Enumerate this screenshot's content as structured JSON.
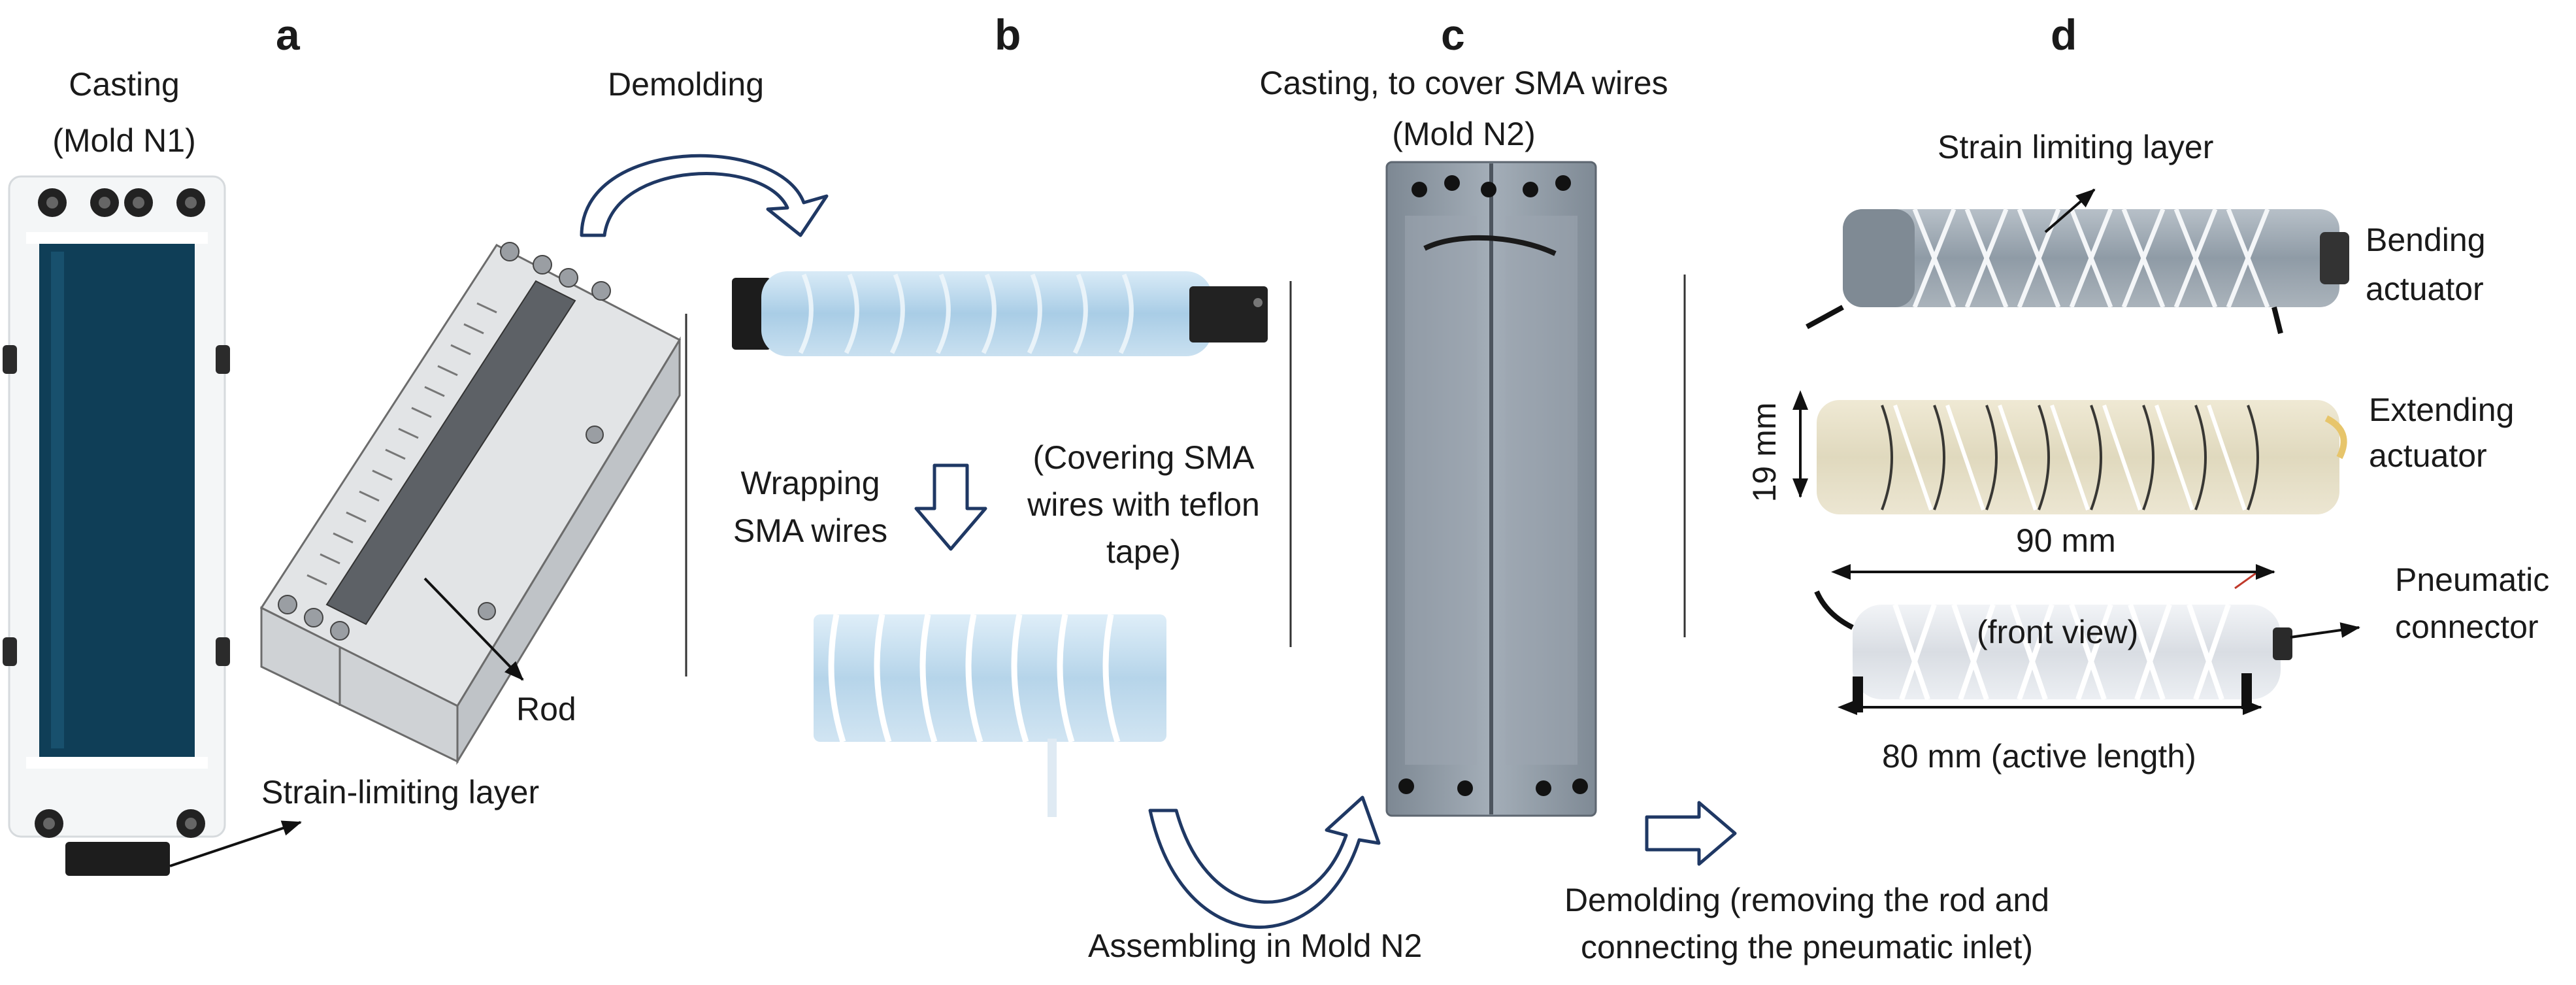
{
  "panels": {
    "a": "a",
    "b": "b",
    "c": "c",
    "d": "d"
  },
  "panel_a": {
    "casting_line1": "Casting",
    "casting_line2": "(Mold N1)",
    "rod": "Rod",
    "strain_limiting": "Strain-limiting layer"
  },
  "flow": {
    "demolding": "Demolding",
    "wrapping_line1": "Wrapping",
    "wrapping_line2": "SMA wires",
    "covering_line1": "(Covering SMA",
    "covering_line2": "wires with teflon",
    "covering_line3": "tape)",
    "assembling": "Assembling in Mold N2",
    "final_line1": "Demolding (removing the rod and",
    "final_line2": "connecting the pneumatic inlet)"
  },
  "panel_c": {
    "casting_line1": "Casting, to cover SMA wires",
    "casting_line2": "(Mold N2)"
  },
  "panel_d": {
    "strain_limiting": "Strain limiting layer",
    "bending_line1": "Bending",
    "bending_line2": "actuator",
    "extending_line1": "Extending",
    "extending_line2": "actuator",
    "dim_19": "19 mm",
    "dim_90": "90 mm",
    "front_view": "(front view)",
    "dim_80": "80 mm (active length)",
    "pneumatic_line1": "Pneumatic",
    "pneumatic_line2": "connector"
  },
  "colors": {
    "arrow_blue": "#1f3864",
    "mold_gray": "#8e9aa5",
    "actuator_blue": "#bcd7ec",
    "ink_blue": "#103a55"
  }
}
